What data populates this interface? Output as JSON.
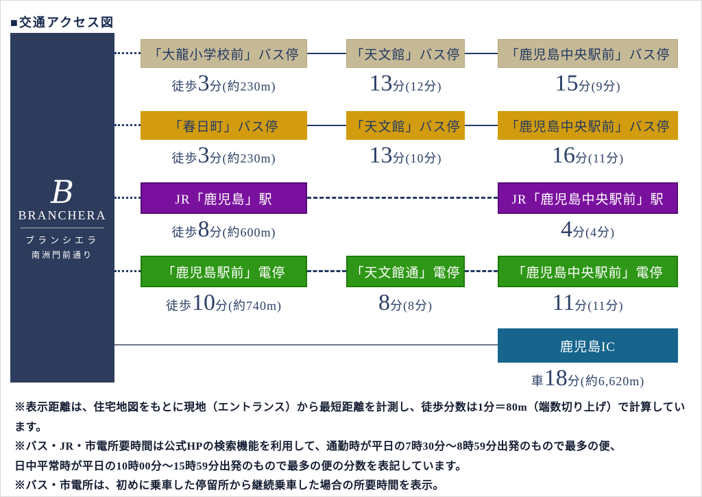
{
  "title": "■交通アクセス図",
  "building": {
    "logo_b": "B",
    "name": "BRANCHERA",
    "name_kana": "ブランシエラ",
    "subtitle": "南洲門前通り"
  },
  "colors": {
    "navy_line": "#223a63",
    "building_bg": "#2d3c5c",
    "bus_route1": "#c6b996",
    "bus_route2": "#d29c0e",
    "jr_route": "#7a119e",
    "tram_route": "#2f9717",
    "car_route": "#17658d",
    "car_line_gray": "#6e7787"
  },
  "rows": [
    {
      "name": "bus-route-1",
      "stops": [
        {
          "label": "「大龍小学校前」バス停",
          "time": {
            "prefix": "徒歩",
            "big": "3",
            "suffix": "分(約230m)"
          }
        },
        {
          "label": "「天文館」バス停",
          "time": {
            "prefix": "",
            "big": "13",
            "suffix": "分(12分)"
          }
        },
        {
          "label": "「鹿児島中央駅前」バス停",
          "time": {
            "prefix": "",
            "big": "15",
            "suffix": "分(9分)"
          }
        }
      ]
    },
    {
      "name": "bus-route-2",
      "stops": [
        {
          "label": "「春日町」バス停",
          "time": {
            "prefix": "徒歩",
            "big": "3",
            "suffix": "分(約230m)"
          }
        },
        {
          "label": "「天文館」バス停",
          "time": {
            "prefix": "",
            "big": "13",
            "suffix": "分(10分)"
          }
        },
        {
          "label": "「鹿児島中央駅前」バス停",
          "time": {
            "prefix": "",
            "big": "16",
            "suffix": "分(11分)"
          }
        }
      ]
    },
    {
      "name": "jr-route",
      "stops": [
        {
          "label": "JR「鹿児島」駅",
          "time": {
            "prefix": "徒歩",
            "big": "8",
            "suffix": "分(約600m)"
          }
        },
        {
          "label": "JR「鹿児島中央駅前」駅",
          "time": {
            "prefix": "",
            "big": "4",
            "suffix": "分(4分)"
          }
        }
      ]
    },
    {
      "name": "tram-route",
      "stops": [
        {
          "label": "「鹿児島駅前」電停",
          "time": {
            "prefix": "徒歩",
            "big": "10",
            "suffix": "分(約740m)"
          }
        },
        {
          "label": "「天文館通」電停",
          "time": {
            "prefix": "",
            "big": "8",
            "suffix": "分(8分)"
          }
        },
        {
          "label": "「鹿児島中央駅前」電停",
          "time": {
            "prefix": "",
            "big": "11",
            "suffix": "分(11分)"
          }
        }
      ]
    },
    {
      "name": "car-route",
      "stops": [
        {
          "label": "鹿児島IC",
          "time": {
            "prefix": "車",
            "big": "18",
            "suffix": "分(約6,620m)"
          }
        }
      ]
    }
  ],
  "footnotes": [
    "※表示距離は、住宅地図をもとに現地（エントランス）から最短距離を計測し、徒歩分数は1分＝80m（端数切り上げ）で計算しています。",
    "※バス・JR・市電所要時間は公式HPの検索機能を利用して、通勤時が平日の7時30分～8時59分出発のもので最多の便、",
    "日中平常時が平日の10時00分～15時59分出発のもので最多の便の分数を表記しています。",
    "※バス・市電所は、初めに乗車した停留所から継続乗車した場合の所要時間を表示。"
  ]
}
